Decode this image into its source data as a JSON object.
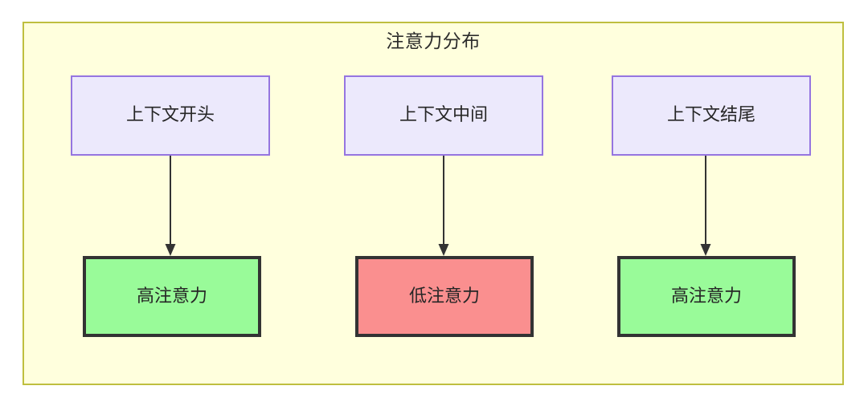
{
  "diagram": {
    "title": "注意力分布",
    "type": "flowchart",
    "background_color": "#ffffdd",
    "border_color": "#bfbf3f",
    "context_nodes": [
      {
        "id": "ctx-start",
        "label": "上下文开头",
        "fill": "#ece9fc",
        "stroke": "#9575e0"
      },
      {
        "id": "ctx-middle",
        "label": "上下文中间",
        "fill": "#ece9fc",
        "stroke": "#9575e0"
      },
      {
        "id": "ctx-end",
        "label": "上下文结尾",
        "fill": "#ece9fc",
        "stroke": "#9575e0"
      }
    ],
    "attention_nodes": [
      {
        "id": "attn-high-start",
        "label": "高注意力",
        "fill": "#99fb99",
        "stroke": "#333333"
      },
      {
        "id": "attn-low-middle",
        "label": "低注意力",
        "fill": "#fa8f8f",
        "stroke": "#333333"
      },
      {
        "id": "attn-high-end",
        "label": "高注意力",
        "fill": "#99fb99",
        "stroke": "#333333"
      }
    ],
    "edges": [
      {
        "from": "ctx-start",
        "to": "attn-high-start",
        "label": ""
      },
      {
        "from": "ctx-middle",
        "to": "attn-low-middle",
        "label": ""
      },
      {
        "from": "ctx-end",
        "to": "attn-high-end",
        "label": ""
      }
    ]
  }
}
